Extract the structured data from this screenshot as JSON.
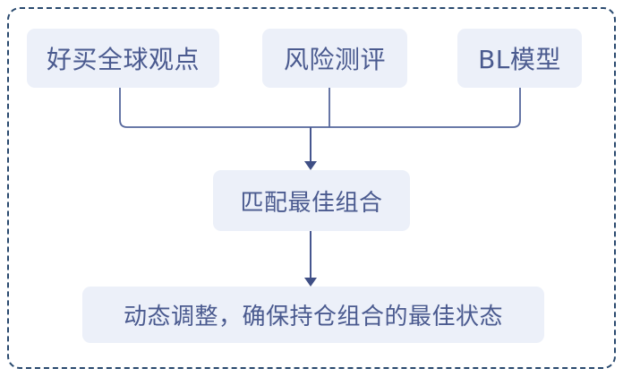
{
  "diagram": {
    "title_visible": false,
    "colors": {
      "frame_border": "#29496e",
      "node_background": "#ecf0f9",
      "node_text": "#4a5a8f",
      "connector_line": "#56679c",
      "arrow_head": "#3f4f85",
      "page_background": "#ffffff"
    },
    "sources": [
      {
        "id": "global-view",
        "label": "好买全球观点"
      },
      {
        "id": "risk-assess",
        "label": "风险测评"
      },
      {
        "id": "bl-model",
        "label": "BL模型"
      }
    ],
    "process": {
      "id": "match-best",
      "label": "匹配最佳组合"
    },
    "result": {
      "id": "dynamic-adjust",
      "label": "动态调整，确保持仓组合的最佳状态"
    },
    "flow": {
      "merge_description": "三个来源汇聚",
      "arrow_1": "汇聚箭头指向匹配最佳组合",
      "arrow_2": "匹配最佳组合指向动态调整"
    }
  }
}
